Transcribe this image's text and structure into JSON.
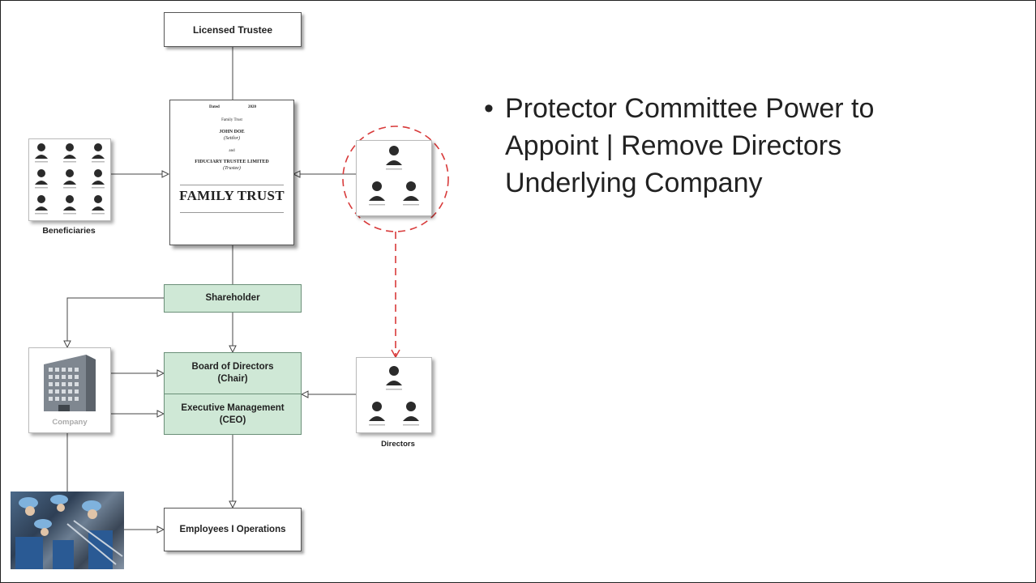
{
  "diagram": {
    "licensed_trustee": "Licensed Trustee",
    "beneficiaries_label": "Beneficiaries",
    "trust_deed": {
      "dated": "Dated",
      "year": "2020",
      "family_trust_small": "Family Trust",
      "settlor_name": "JOHN DOE",
      "settlor_role": "(Settlor)",
      "and": "and",
      "trustee_name": "FIDUCIARY TRUSTEE LIMITED",
      "trustee_role": "(Trustee)",
      "title": "FAMILY TRUST"
    },
    "shareholder": "Shareholder",
    "board_line1": "Board of Directors",
    "board_line2": "(Chair)",
    "exec_line1": "Executive Management",
    "exec_line2": "(CEO)",
    "company_label": "Company",
    "directors_label": "Directors",
    "employees": "Employees I Operations"
  },
  "bullet": {
    "marker": "•",
    "text": "Protector Committee Power to Appoint | Remove Directors Underlying Company"
  },
  "colors": {
    "green_fill": "#cfe8d6",
    "red_dashed": "#d83a3a"
  },
  "icons": {
    "person": "person-icon",
    "building": "office-building-icon",
    "photo": "factory-workers-photo"
  }
}
